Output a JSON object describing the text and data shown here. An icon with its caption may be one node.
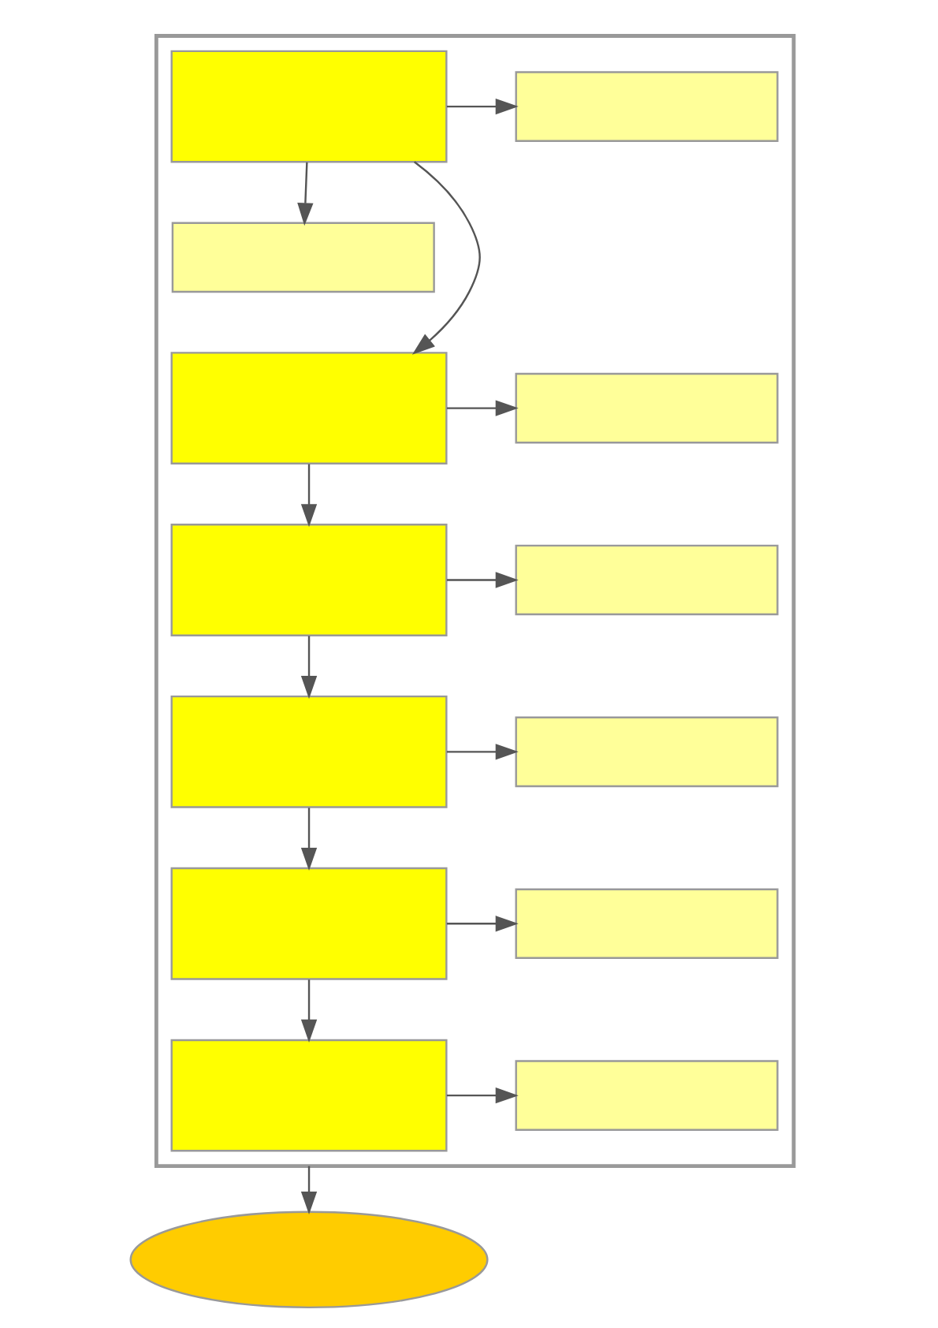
{
  "diagram": {
    "nodes": [
      {
        "text": [],
        "shape": "box"
      },
      {
        "text": [],
        "shape": "box",
        "in": 0
      },
      {
        "text": [],
        "shape": "box",
        "in": 0
      },
      {
        "text": [],
        "shape": "box",
        "in": 0
      },
      {
        "text": [],
        "shape": "box",
        "in": 0
      },
      {
        "text": [],
        "shape": "box",
        "in": 0
      },
      {
        "text": [],
        "shape": "box",
        "in": 0
      },
      {
        "text": [],
        "shape": "box",
        "in": 0
      },
      {
        "text": [],
        "shape": "box",
        "in": 0
      },
      {
        "text": [],
        "shape": "box",
        "in": 0
      },
      {
        "text": [],
        "shape": "box",
        "in": 0
      },
      {
        "text": [],
        "shape": "box",
        "in": 0
      },
      {
        "text": [],
        "shape": "box",
        "in": 0
      },
      {
        "text": [],
        "shape": "box",
        "in": 0
      },
      {
        "text": [],
        "shape": "ellipse"
      }
    ],
    "edges": [
      {
        "from": 1,
        "to": 2,
        "arrow": "to"
      },
      {
        "from": 1,
        "to": 3,
        "arrow": "to"
      },
      {
        "from": 1,
        "to": 4,
        "arrow": "to"
      },
      {
        "from": 4,
        "to": 5,
        "arrow": "to"
      },
      {
        "from": 4,
        "to": 6,
        "arrow": "to"
      },
      {
        "from": 6,
        "to": 7,
        "arrow": "to"
      },
      {
        "from": 6,
        "to": 8,
        "arrow": "to"
      },
      {
        "from": 8,
        "to": 9,
        "arrow": "to"
      },
      {
        "from": 8,
        "to": 10,
        "arrow": "to"
      },
      {
        "from": 10,
        "to": 11,
        "arrow": "to"
      },
      {
        "from": 10,
        "to": 12,
        "arrow": "to"
      },
      {
        "from": 12,
        "to": 13,
        "arrow": "to"
      },
      {
        "from": 0,
        "to": 14,
        "arrow": "to"
      }
    ]
  }
}
